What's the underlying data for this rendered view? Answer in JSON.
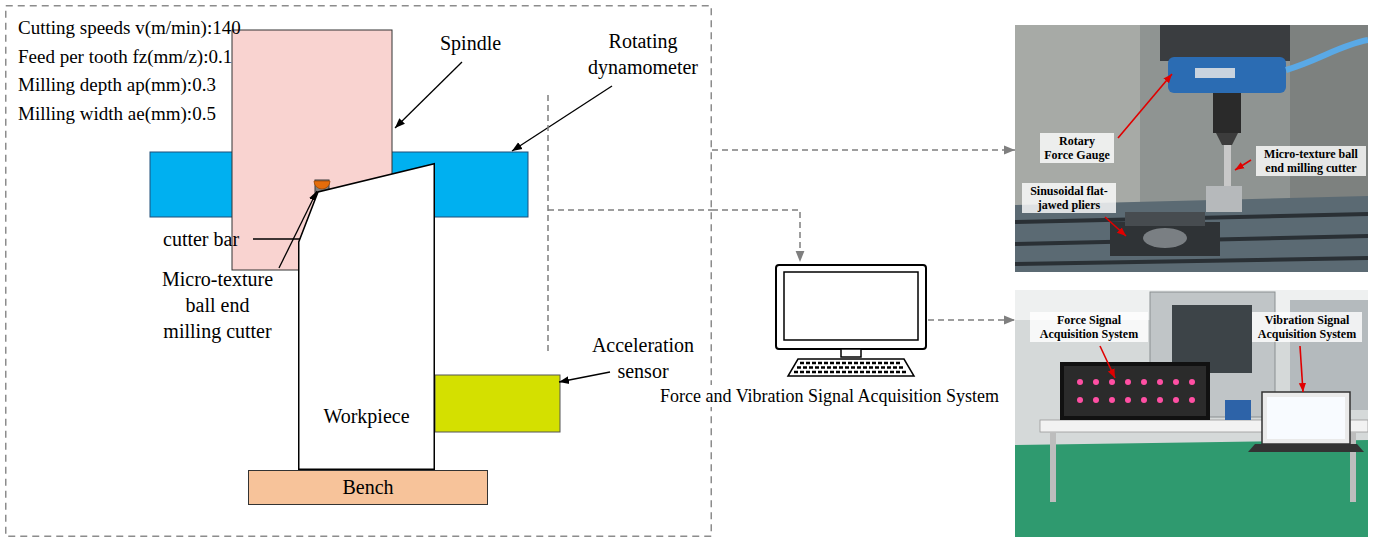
{
  "diagram": {
    "nodes": [
      {
        "text": [
          "Cutting speeds v(m/min):140",
          "Feed per tooth fz(mm/z):0.1",
          "Milling depth ap(mm):0.3",
          "Milling width ae(mm):0.5"
        ]
      },
      {
        "text": [
          "Workpiece"
        ],
        "in": 0
      },
      {
        "text": [
          "Bench"
        ],
        "in": 0
      },
      {
        "text": [
          "Force and Vibration Signal Acquisition System"
        ]
      },
      {
        "text": [
          "Rotary Force Gauge",
          "Sinusoidal flat-jawed pliers",
          "Micro-texture ball end milling cutter"
        ]
      },
      {
        "text": [
          "Force Signal Acquisition System",
          "Vibration Signal Acquisition System"
        ]
      }
    ],
    "edges": [
      {
        "from": 0,
        "to": 3,
        "arrow": "to"
      },
      {
        "from": 0,
        "to": 4,
        "arrow": "to"
      },
      {
        "from": 3,
        "to": 5,
        "arrow": "to"
      }
    ],
    "labels": [
      "Spindle",
      "Rotating dynamometer",
      "cutter bar",
      "Micro-texture ball end milling cutter",
      "Acceleration sensor"
    ]
  }
}
